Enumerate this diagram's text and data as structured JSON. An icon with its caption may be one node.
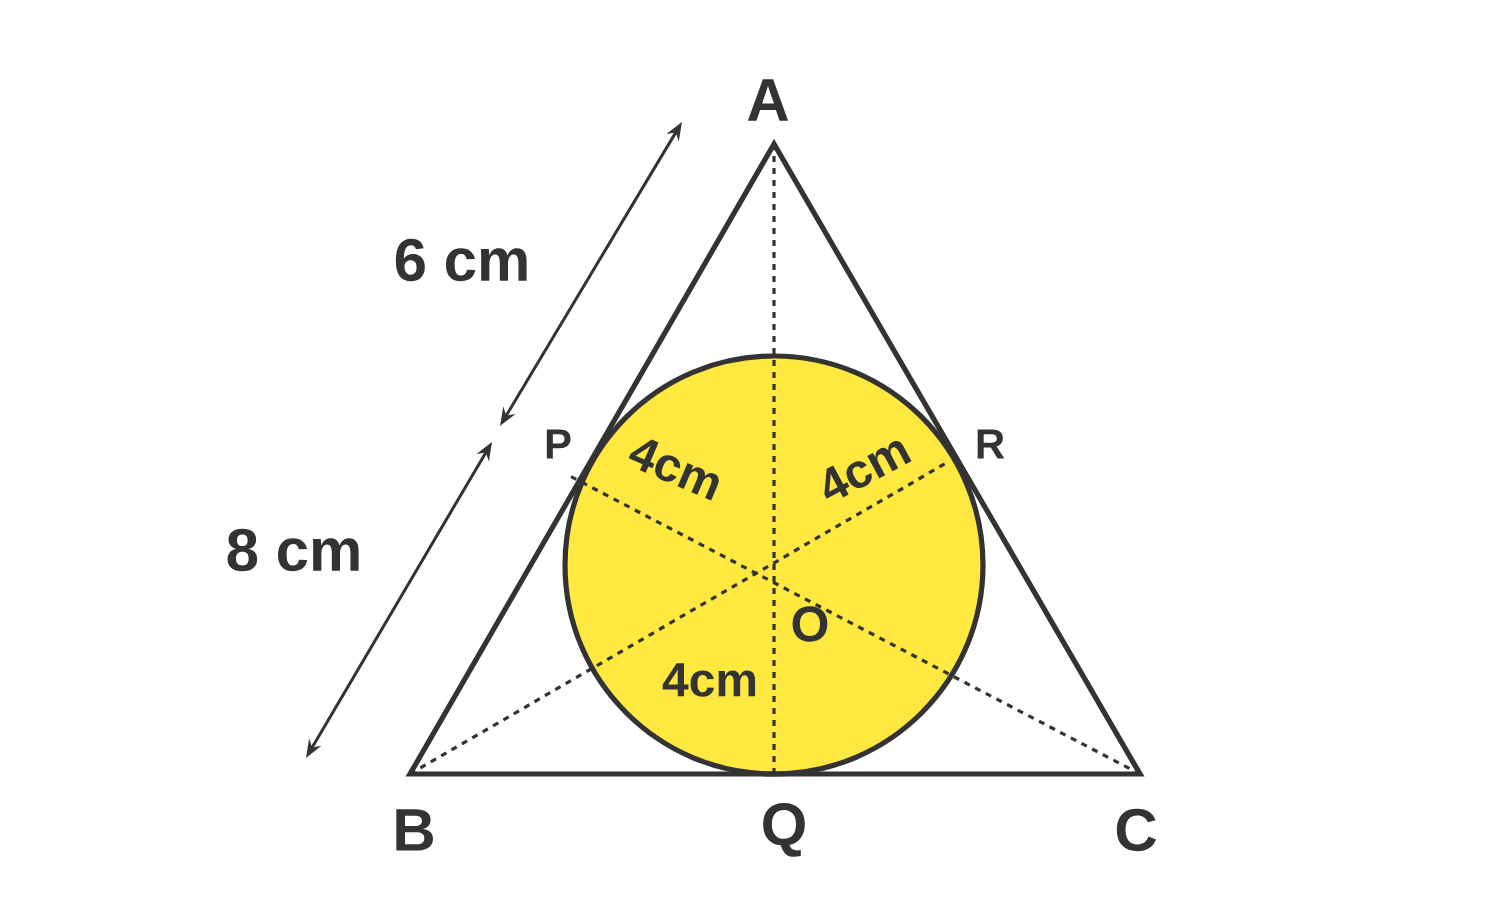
{
  "diagram": {
    "labels": [
      "A",
      "6 cm",
      "P",
      "R",
      "4cm",
      "4cm",
      "O",
      "8 cm",
      "4cm",
      "B",
      "Q",
      "C"
    ]
  }
}
